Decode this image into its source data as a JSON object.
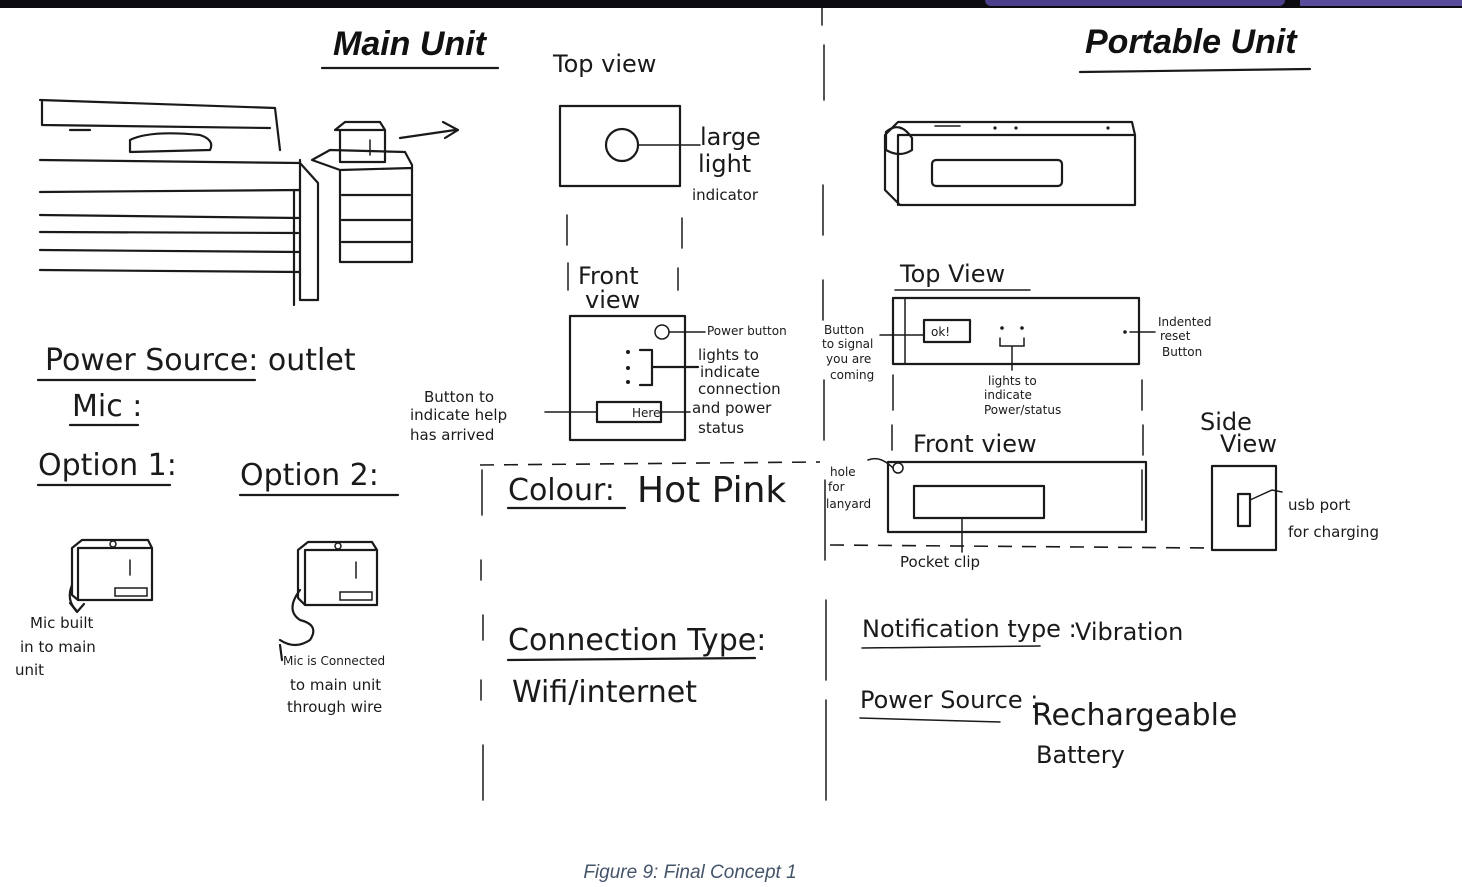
{
  "sections": {
    "main_unit_title": "Main Unit",
    "portable_unit_title": "Portable Unit"
  },
  "main_unit": {
    "power_source": "Power Source: outlet",
    "mic_label": "Mic :",
    "option1_label": "Option 1:",
    "option2_label": "Option 2:",
    "option1_note": [
      "Mic built",
      "in to main",
      "unit"
    ],
    "option2_note": [
      "Mic is Connected",
      "to main unit",
      "through wire"
    ]
  },
  "main_views": {
    "top_view_label": "Top view",
    "top_view_note": [
      "large",
      "light",
      "indicator"
    ],
    "front_view_label": [
      "Front",
      "view"
    ],
    "power_button_note": "Power button",
    "lights_note": [
      "lights to",
      "indicate",
      "connection",
      "and power",
      "status"
    ],
    "help_button_note": [
      "Button to",
      "indicate help",
      "has arrived"
    ],
    "here_button_text": "Here",
    "colour_label": "Colour:",
    "colour_value": "Hot Pink",
    "colour_hex": "#ff1fd8",
    "connection_label": "Connection Type:",
    "connection_value": "Wifi/internet"
  },
  "portable_unit": {
    "top_view_label": "Top View",
    "ok_button_text": "ok!",
    "signal_button_note": [
      "Button",
      "to signal",
      "you are",
      "coming"
    ],
    "reset_note": [
      "Indented",
      "reset",
      "Button"
    ],
    "status_lights_note": [
      "lights to",
      "indicate",
      "Power/status"
    ],
    "front_view_label": "Front view",
    "lanyard_note": [
      "hole",
      "for",
      "lanyard"
    ],
    "pocket_clip_note": "Pocket clip",
    "side_view_label": [
      "Side",
      "View"
    ],
    "usb_note": [
      "usb port",
      "for charging"
    ],
    "notification_label": "Notification type :",
    "notification_value": "Vibration",
    "power_label": "Power Source :",
    "power_value": [
      "Rechargeable",
      "Battery"
    ]
  },
  "caption": "Figure 9: Final Concept 1"
}
